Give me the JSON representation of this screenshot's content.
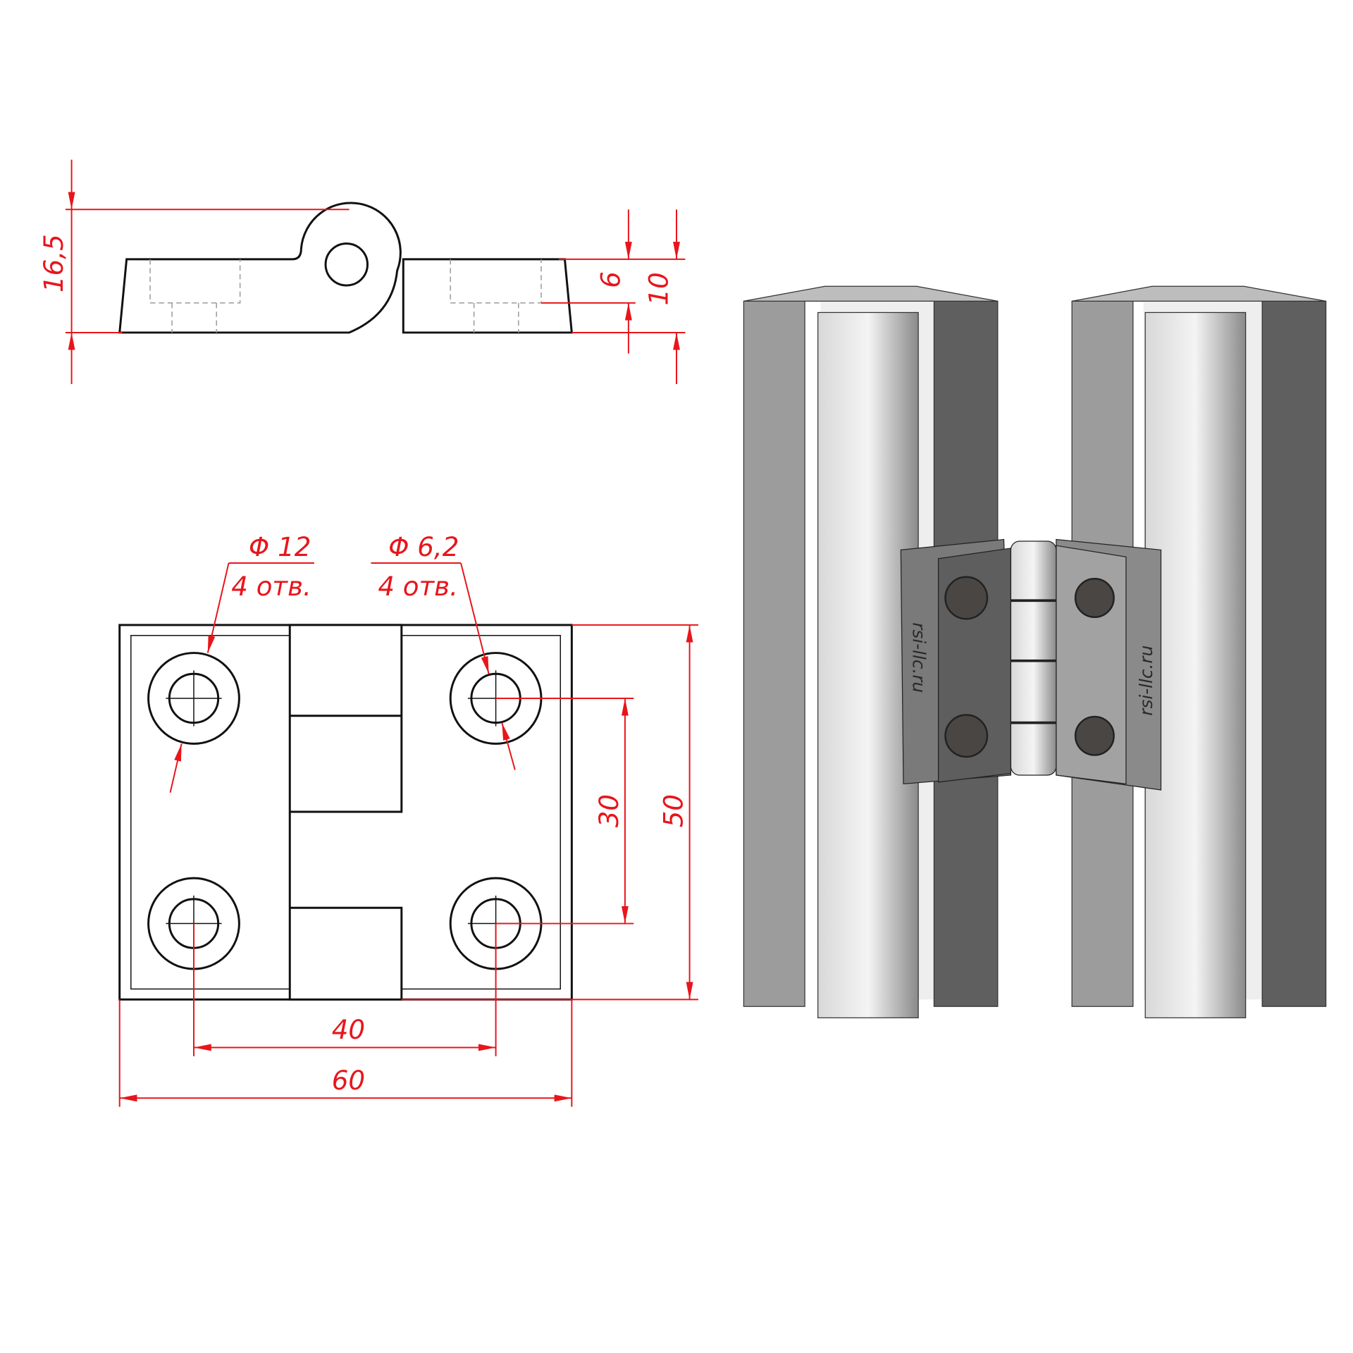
{
  "drawing": {
    "side_view": {
      "height_total": "16,5",
      "hole_depth": "6",
      "plate_thickness": "10"
    },
    "top_view": {
      "counterbore_callout": {
        "diameter": "Φ 12",
        "count": "4 отв."
      },
      "hole_callout": {
        "diameter": "Φ 6,2",
        "count": "4 отв."
      },
      "hole_spacing_vertical": "30",
      "height": "50",
      "hole_spacing_horizontal": "40",
      "width": "60"
    },
    "render": {
      "brand_left": "rsi-llc.ru",
      "brand_right": "rsi-llc.ru"
    }
  },
  "colors": {
    "dimension": "#e8151b",
    "outline": "#111111",
    "profile": "#9a9a9a"
  }
}
